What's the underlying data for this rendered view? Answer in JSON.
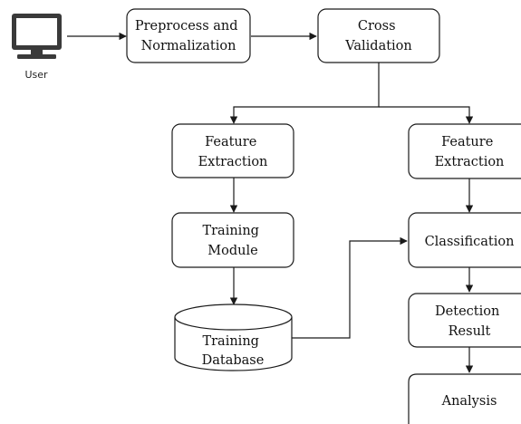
{
  "user": {
    "label": "User",
    "icon": "computer-monitor-icon"
  },
  "nodes": {
    "preprocess": [
      "Preprocess and",
      "Normalization"
    ],
    "cross_validation": [
      "Cross",
      "Validation"
    ],
    "feature_extraction_left": [
      "Feature",
      "Extraction"
    ],
    "feature_extraction_right": [
      "Feature",
      "Extraction"
    ],
    "training_module": [
      "Training",
      "Module"
    ],
    "training_database": [
      "Training",
      "Database"
    ],
    "classification": [
      "Classification"
    ],
    "detection_result": [
      "Detection",
      "Result"
    ],
    "analysis": [
      "Analysis"
    ]
  },
  "colors": {
    "stroke": "#1a1a1a",
    "fill": "#ffffff",
    "text": "#111111"
  }
}
